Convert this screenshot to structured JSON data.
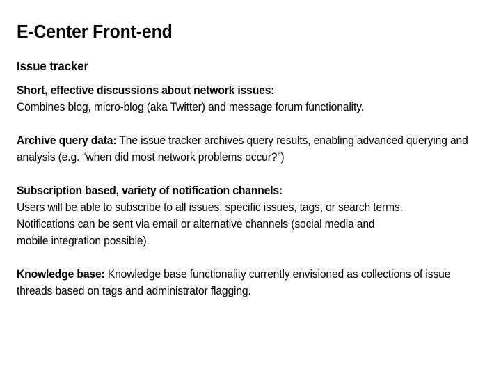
{
  "slide": {
    "title": "E-Center Front-end",
    "section_heading": "Issue tracker",
    "background_color": "#ffffff",
    "text_color": "#000000",
    "paragraphs": [
      {
        "id": "discussions",
        "lead": "Short, effective discussions about network issues:",
        "lines": [
          "Combines blog, micro-blog (aka Twitter) and message forum functionality."
        ]
      },
      {
        "id": "archive-query-data",
        "lead": "Archive query data:",
        "body": " The issue tracker archives query results, enabling advanced querying and analysis (e.g. “when did most network problems occur?”)"
      },
      {
        "id": "subscription",
        "lead": "Subscription based, variety of notification channels:",
        "lines": [
          "Users will be able to subscribe to all issues, specific issues, tags, or search terms.",
          "Notifications can be sent via email or alternative channels (social media and",
          "mobile integration possible)."
        ]
      },
      {
        "id": "knowledge-base",
        "lead": "Knowledge base:",
        "body": "  Knowledge base functionality currently envisioned as collections of issue threads based on tags and administrator flagging."
      }
    ]
  }
}
